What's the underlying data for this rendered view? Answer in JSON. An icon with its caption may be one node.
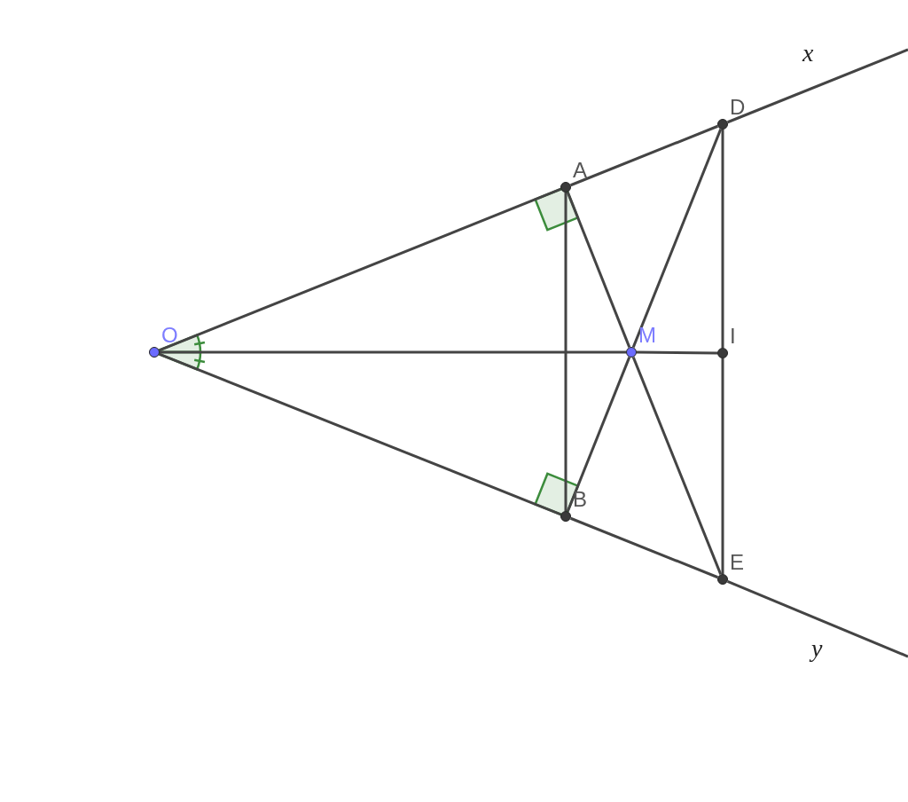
{
  "diagram": {
    "nodes": [
      {
        "text": [
          "O"
        ]
      },
      {
        "text": [
          "A"
        ]
      },
      {
        "text": [
          "D"
        ]
      },
      {
        "text": [
          "M"
        ]
      },
      {
        "text": [
          "I"
        ]
      },
      {
        "text": [
          "B"
        ]
      },
      {
        "text": [
          "E"
        ]
      }
    ],
    "edges": [
      {
        "from": 0,
        "to": 1,
        "arrow": "none"
      },
      {
        "from": 1,
        "to": 2,
        "arrow": "none"
      },
      {
        "from": 2,
        "to": null,
        "arrow": "none"
      },
      {
        "from": 0,
        "to": 5,
        "arrow": "none"
      },
      {
        "from": 5,
        "to": 6,
        "arrow": "none"
      },
      {
        "from": 6,
        "to": null,
        "arrow": "none"
      },
      {
        "from": 0,
        "to": 3,
        "arrow": "none"
      },
      {
        "from": 3,
        "to": 4,
        "arrow": "none"
      },
      {
        "from": 1,
        "to": 5,
        "arrow": "none"
      },
      {
        "from": 2,
        "to": 4,
        "arrow": "none"
      },
      {
        "from": 4,
        "to": 6,
        "arrow": "none"
      },
      {
        "from": 1,
        "to": 3,
        "arrow": "none"
      },
      {
        "from": 3,
        "to": 6,
        "arrow": "none"
      },
      {
        "from": 2,
        "to": 3,
        "arrow": "none"
      },
      {
        "from": 3,
        "to": 5,
        "arrow": "none"
      }
    ],
    "labels": [
      "x",
      "y"
    ]
  }
}
